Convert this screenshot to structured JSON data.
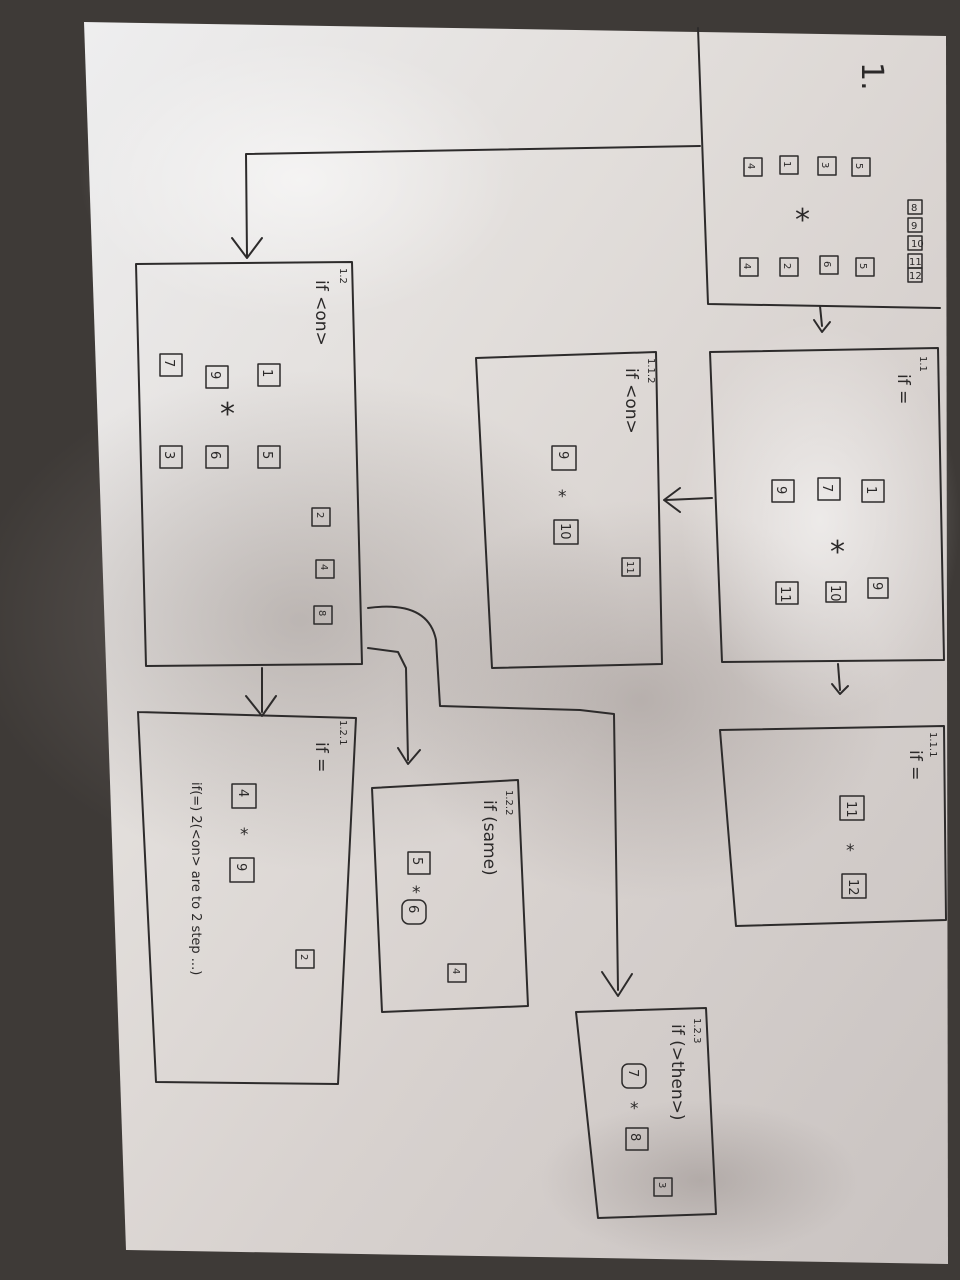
{
  "photo": {
    "page_label": "1.",
    "sheets": [
      {
        "id": "root",
        "star": "*",
        "tiles_left": [
          "4",
          "1",
          "3",
          "5"
        ],
        "tiles_right": [
          "4",
          "2",
          "6",
          "5"
        ],
        "corner_tiles": [
          "8",
          "9",
          "10",
          "11",
          "12"
        ]
      },
      {
        "id": "s1_1",
        "label": "1.1",
        "cond": "if =",
        "star": "*",
        "tiles_left": [
          "9",
          "7",
          "1"
        ],
        "tiles_right": [
          "11",
          "10",
          "9"
        ]
      },
      {
        "id": "s1_1_1",
        "label": "1.1.1",
        "cond": "if =",
        "star": "*",
        "tiles": [
          "11",
          "12"
        ]
      },
      {
        "id": "s1_1_2",
        "label": "1.1.2",
        "cond": "if <on>",
        "star": "*",
        "tiles": [
          "9",
          "10"
        ],
        "corner_tile": "11"
      },
      {
        "id": "s1_2",
        "label": "1.2",
        "cond": "if <on>",
        "star": "*",
        "tiles_top": [
          "1",
          "5"
        ],
        "tiles_mid": [
          "9",
          "6"
        ],
        "tiles_bottom": [
          "7",
          "3"
        ],
        "corner_tiles": [
          "2",
          "4",
          "8"
        ]
      },
      {
        "id": "s1_2_1",
        "label": "1.2.1",
        "cond": "if =",
        "star": "*",
        "tiles": [
          "4",
          "9"
        ],
        "corner_tile": "2",
        "note": "if(=) 2(<on> are to 2 step ...)"
      },
      {
        "id": "s1_2_2",
        "label": "1.2.2",
        "cond": "if (same)",
        "star": "*",
        "tiles": [
          "5",
          "6"
        ],
        "corner_tile": "4"
      },
      {
        "id": "s1_2_3",
        "label": "1.2.3",
        "cond": "if (>then>)",
        "star": "*",
        "tiles": [
          "7",
          "8"
        ],
        "corner_tile": "3"
      }
    ]
  }
}
